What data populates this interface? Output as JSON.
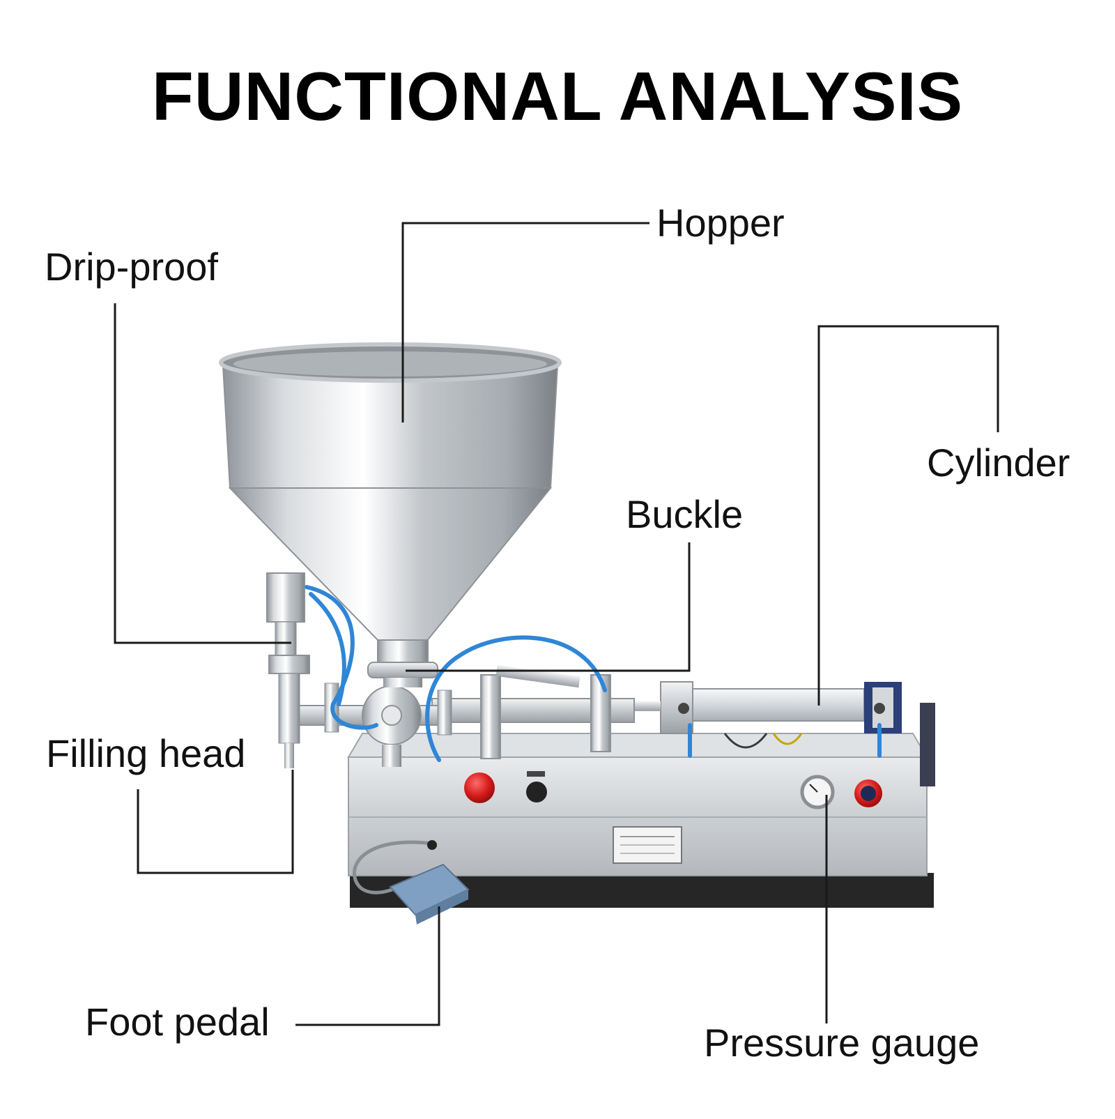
{
  "title": "FUNCTIONAL ANALYSIS",
  "labels": {
    "hopper": "Hopper",
    "drip_proof": "Drip-proof",
    "cylinder": "Cylinder",
    "buckle": "Buckle",
    "filling_head": "Filling head",
    "foot_pedal": "Foot pedal",
    "pressure_gauge": "Pressure gauge"
  },
  "colors": {
    "background": "#ffffff",
    "text": "#111111",
    "leader_line": "#1a1a1a",
    "steel": "#c9ccd0",
    "button_red": "#d41a1a",
    "hose_blue": "#2f86d6",
    "pedal_blue": "#7fa0c2",
    "base_dark": "#262626"
  }
}
